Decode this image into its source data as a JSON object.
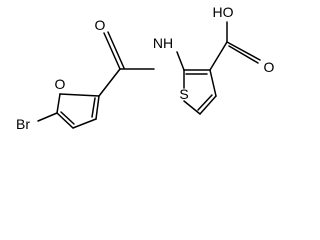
{
  "molecule": {
    "atoms": {
      "bromine": "Br",
      "furan_oxygen": "O",
      "carbonyl_oxygen": "O",
      "amide_nh": "NH",
      "thiophene_sulfur": "S",
      "acid_hydroxyl": "HO",
      "acid_oxygen": "O"
    }
  }
}
